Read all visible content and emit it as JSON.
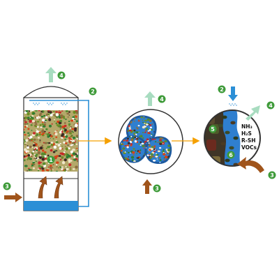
{
  "markers": {
    "m1": "1",
    "m2_tower": "2",
    "m2_zoom": "2",
    "m3_inlet": "3",
    "m3_mid": "3",
    "m3_zoom": "3",
    "m4_tower": "4",
    "m4_mid": "4",
    "m4_zoom": "4",
    "m5": "5",
    "m6": "6"
  },
  "chemicals": {
    "line1": "NH₃",
    "line2": "H₂S",
    "line3": "R-SH",
    "line4": "VOCs"
  },
  "colors": {
    "marker_green": "#3f9b3a",
    "gas_out_arrow": "#a8dcc0",
    "gas_in_arrow": "#a0541b",
    "pipe_blue": "#2b8fd6",
    "biofilm_blue": "#2f7fcf",
    "connector_orange": "#f5a000",
    "media_bg": "#b4a86a"
  }
}
